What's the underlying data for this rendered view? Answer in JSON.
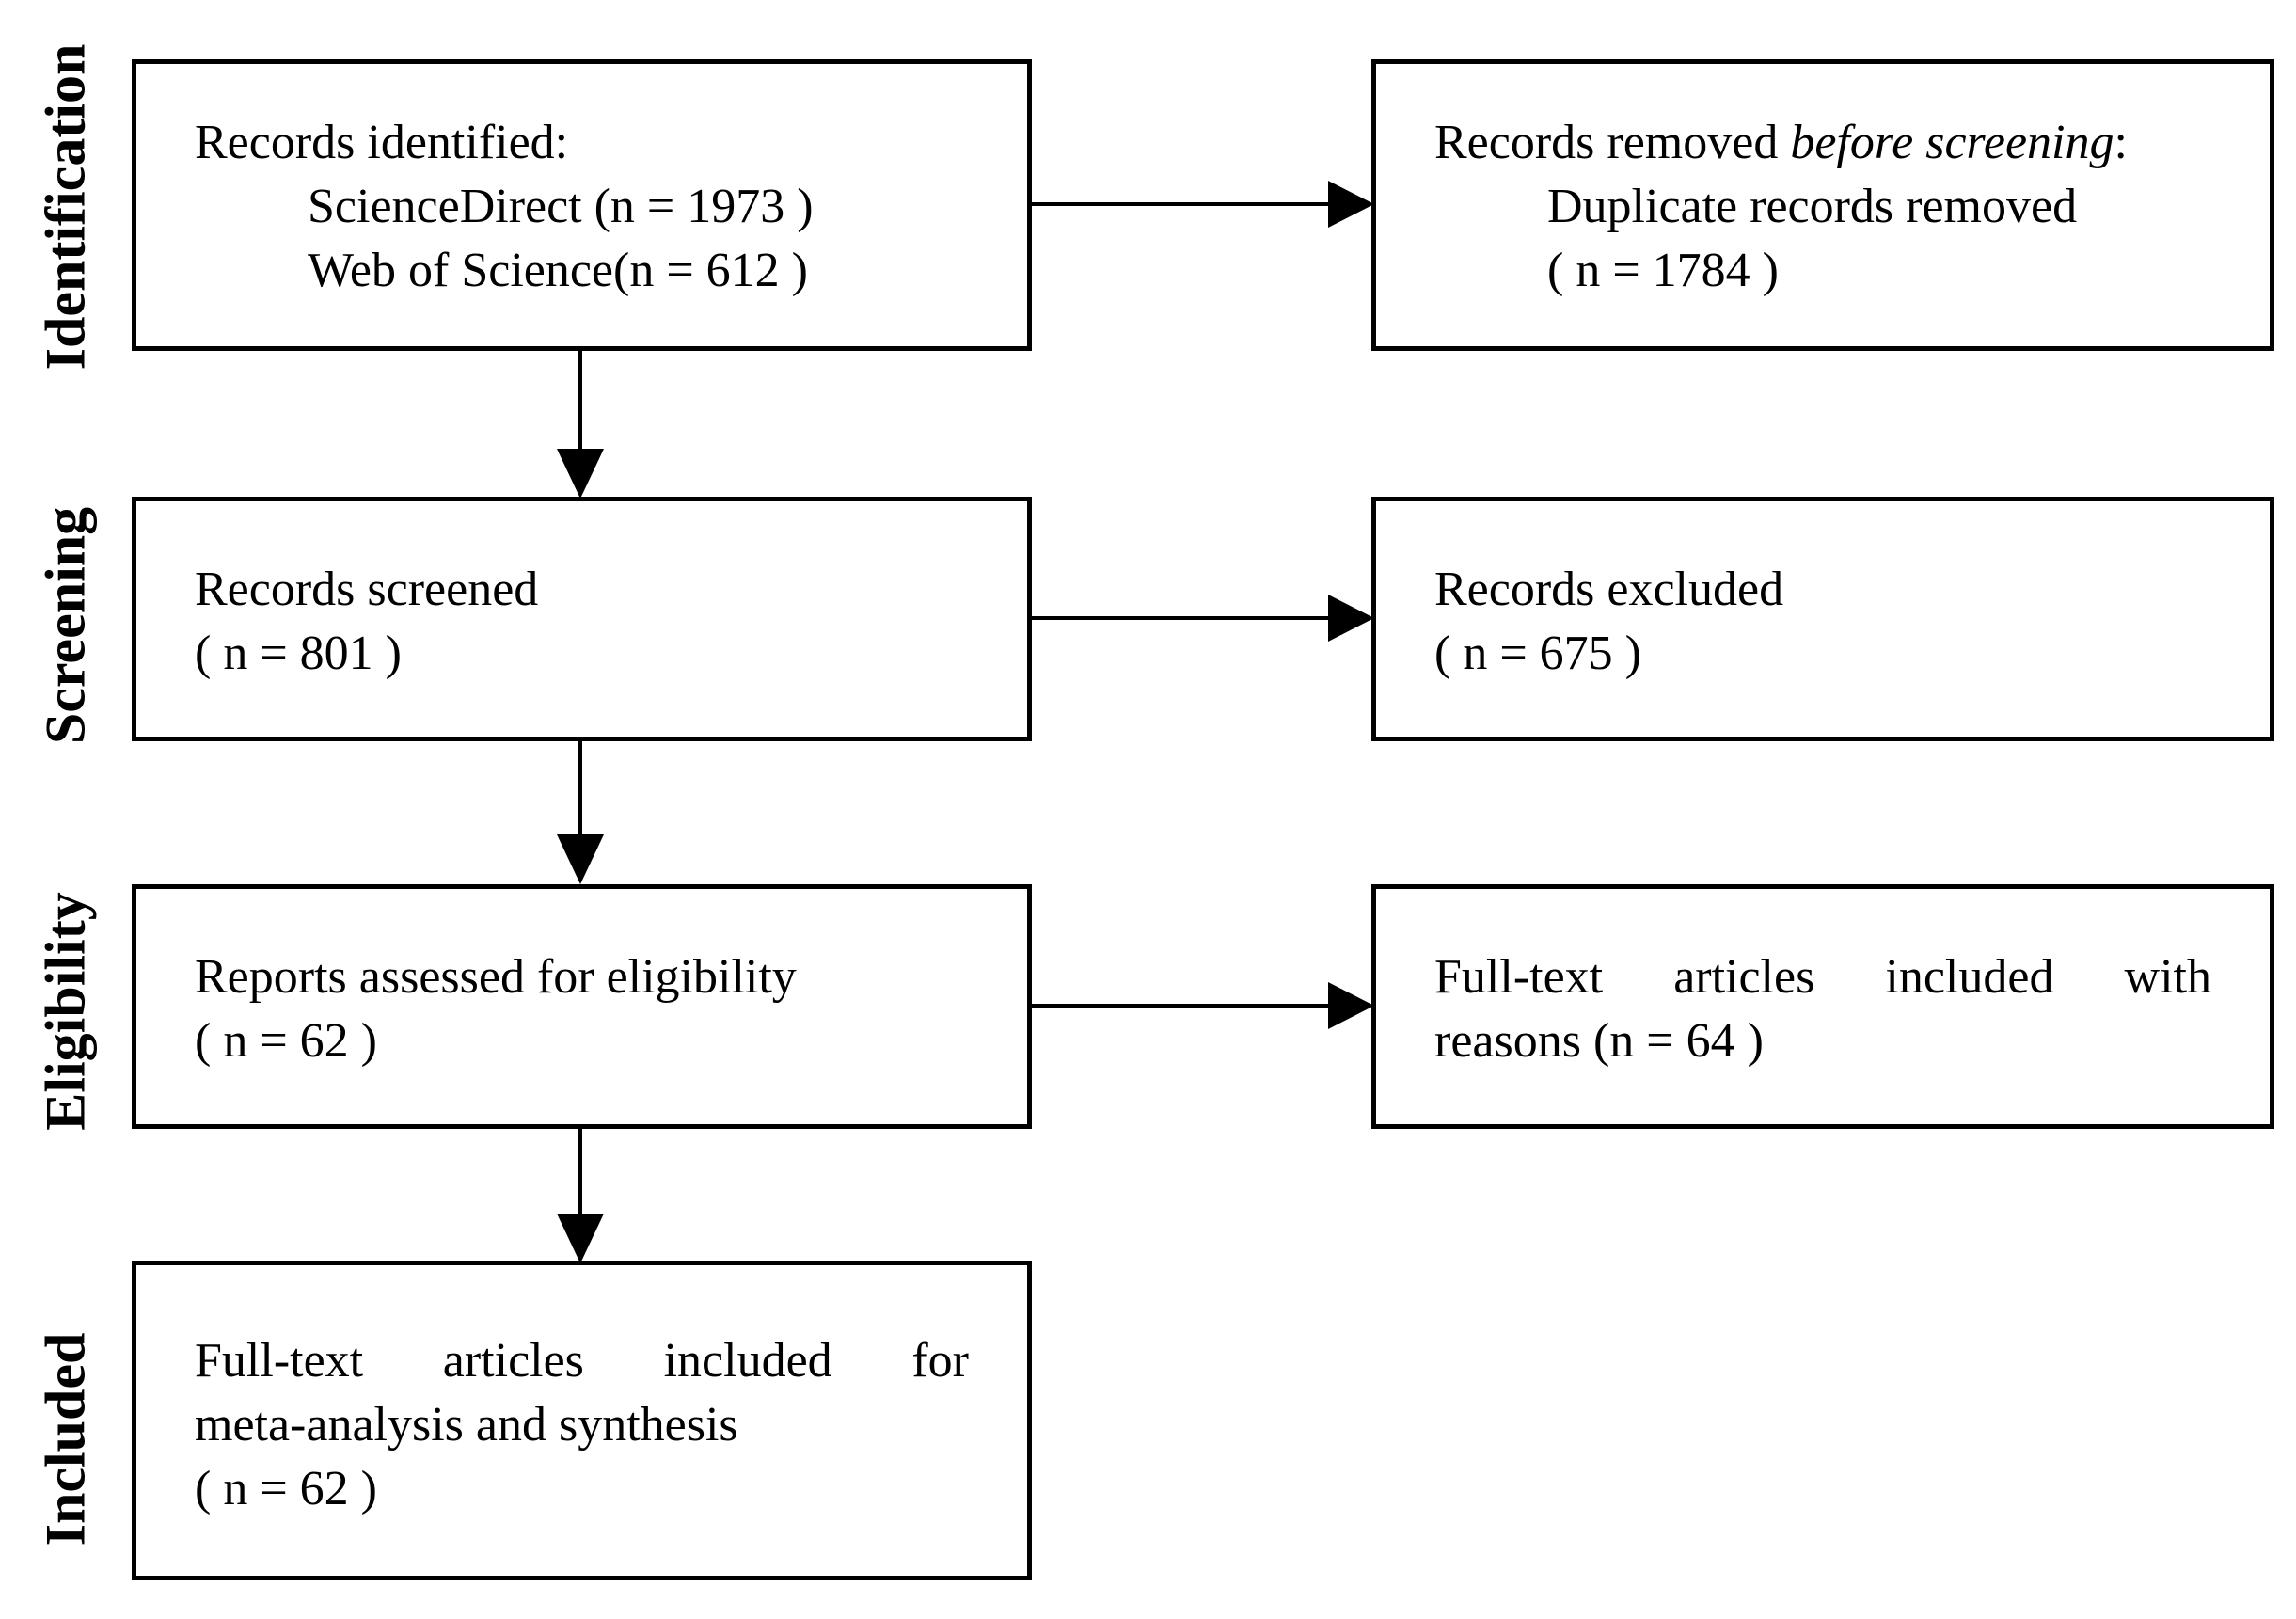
{
  "stages": {
    "identification": "Identification",
    "screening": "Screening",
    "eligibility": "Eligibility",
    "included": "Included"
  },
  "identification_box": {
    "heading": "Records identified:",
    "line1": "ScienceDirect (n = 1973 )",
    "line2": "Web of Science(n = 612 )"
  },
  "removed_box": {
    "heading_start": "Records removed ",
    "heading_italic": "before screening",
    "heading_end": ":",
    "line1": "Duplicate records removed",
    "line2": "( n = 1784 )"
  },
  "screened_box": {
    "heading": "Records screened",
    "count": "( n = 801 )"
  },
  "excluded_box": {
    "heading": "Records excluded",
    "count": "( n = 675 )"
  },
  "eligibility_box": {
    "heading": "Reports assessed for eligibility",
    "count": "( n = 62 )"
  },
  "reasons_box": {
    "words": [
      "Full-text",
      "articles",
      "included",
      "with"
    ],
    "line2": "reasons (n = 64 )"
  },
  "included_box": {
    "words": [
      "Full-text",
      "articles",
      "included",
      "for"
    ],
    "line2": "meta-analysis and synthesis",
    "count": "( n = 62 )"
  }
}
